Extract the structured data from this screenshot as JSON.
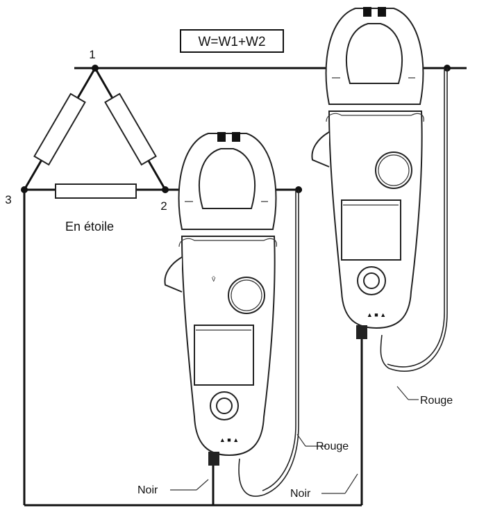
{
  "formula": "W=W1+W2",
  "nodes": {
    "n1": "1",
    "n2": "2",
    "n3": "3"
  },
  "circuit_label": "En étoile",
  "leads": {
    "rouge_1": "Rouge",
    "rouge_2": "Rouge",
    "noir_1": "Noir",
    "noir_2": "Noir"
  },
  "colors": {
    "line": "#111111",
    "background": "#ffffff"
  }
}
